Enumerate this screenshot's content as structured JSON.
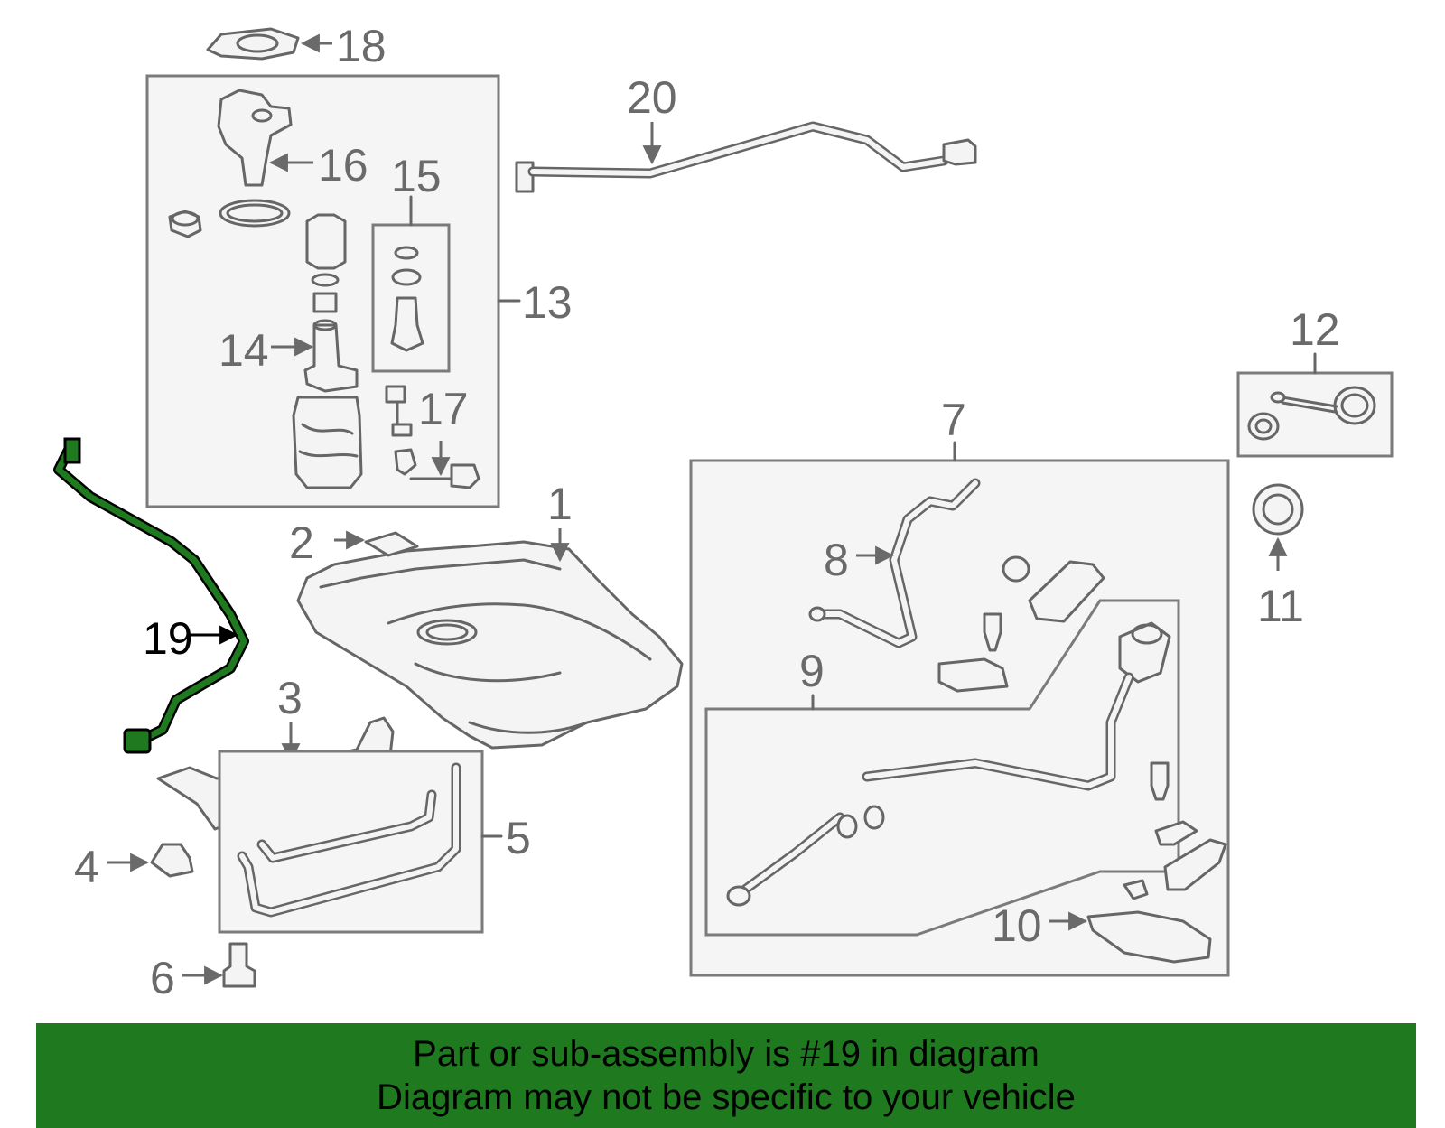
{
  "diagram": {
    "callouts": {
      "c1": "1",
      "c2": "2",
      "c3": "3",
      "c4": "4",
      "c5": "5",
      "c6": "6",
      "c7": "7",
      "c8": "8",
      "c9": "9",
      "c10": "10",
      "c11": "11",
      "c12": "12",
      "c13": "13",
      "c14": "14",
      "c15": "15",
      "c16": "16",
      "c17": "17",
      "c18": "18",
      "c19": "19",
      "c20": "20"
    },
    "highlighted_part": "19",
    "highlight_color": "#1f7a1f",
    "line_color": "#666666"
  },
  "banner": {
    "line1": "Part or sub-assembly is #19 in diagram",
    "line2": "Diagram may not be specific to your vehicle",
    "background": "#1f7a1f"
  }
}
